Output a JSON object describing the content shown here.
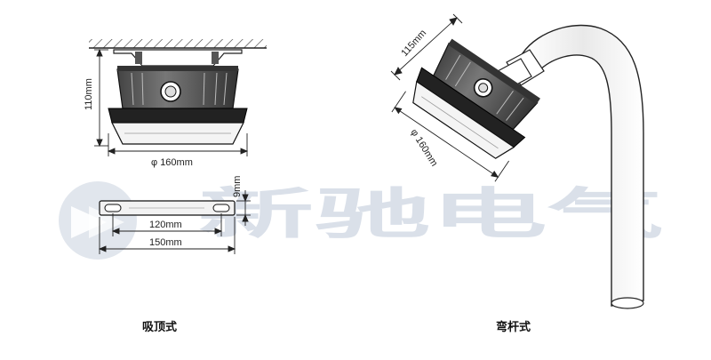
{
  "captions": {
    "ceiling": "吸顶式",
    "bracket": "弯杆式"
  },
  "dimensions": {
    "ceiling_height": "110mm",
    "ceiling_diameter": "φ 160mm",
    "bracket_thickness": "9mm",
    "bracket_hole_span": "120mm",
    "bracket_length": "150mm",
    "pole_height": "115mm",
    "pole_diameter": "φ 160mm"
  },
  "watermark": {
    "brand": "新驰电气"
  },
  "colors": {
    "line": "#222222",
    "watermark": "#d4dbe6",
    "watermark_logo": "#c9d2df"
  }
}
